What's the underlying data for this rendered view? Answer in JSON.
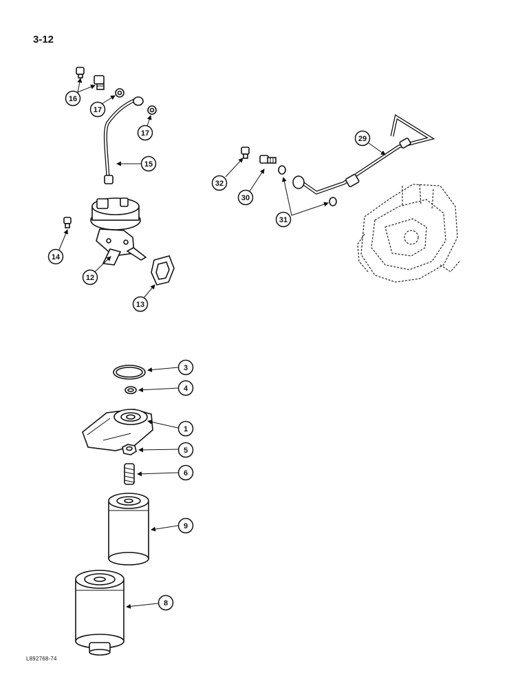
{
  "page": {
    "number": "3-12",
    "figure_code": "L892768-74"
  },
  "callouts": {
    "c16": "16",
    "c17a": "17",
    "c17b": "17",
    "c15": "15",
    "c14": "14",
    "c12": "12",
    "c13": "13",
    "c29": "29",
    "c32": "32",
    "c30": "30",
    "c31": "31",
    "c3": "3",
    "c4": "4",
    "c1": "1",
    "c5": "5",
    "c6": "6",
    "c9": "9",
    "c8": "8"
  }
}
